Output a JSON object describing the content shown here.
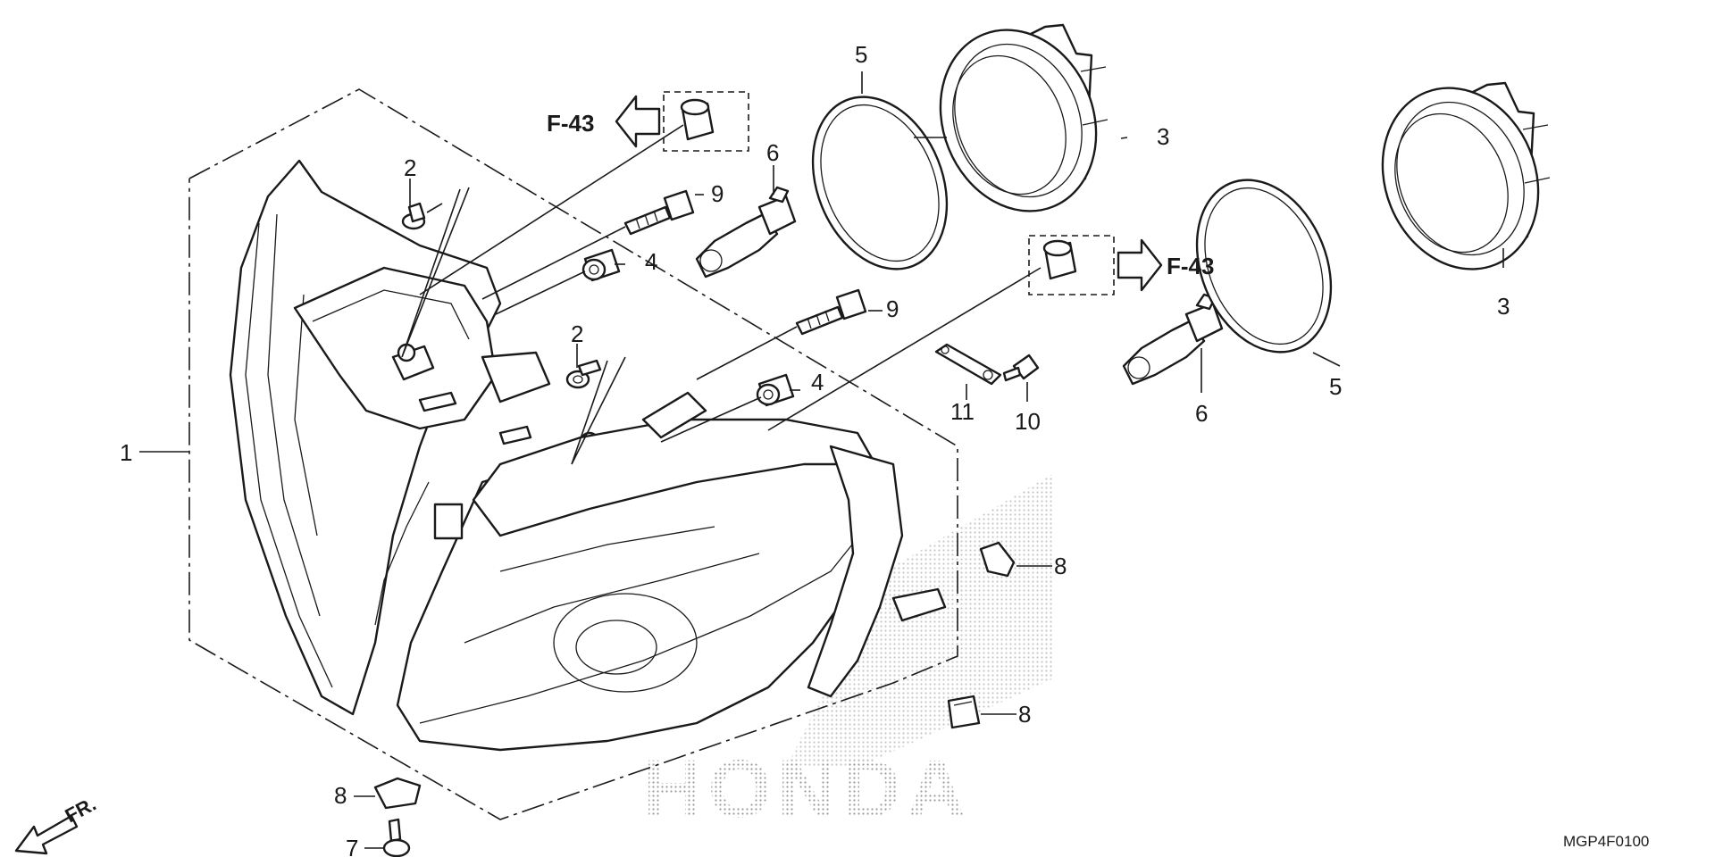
{
  "diagram": {
    "callouts": {
      "c1": "1",
      "c2a": "2",
      "c2b": "2",
      "c3a": "3",
      "c3b": "3",
      "c4a": "4",
      "c4b": "4",
      "c5a": "5",
      "c5b": "5",
      "c6a": "6",
      "c6b": "6",
      "c7": "7",
      "c8a": "8",
      "c8b": "8",
      "c8c": "8",
      "c9a": "9",
      "c9b": "9",
      "c10": "10",
      "c11": "11"
    },
    "references": {
      "left": "F-43",
      "right": "F-43"
    },
    "front_indicator": "FR.",
    "watermark": "HONDA",
    "drawing_code": "MGP4F0100"
  },
  "colors": {
    "ink": "#1a1a1a",
    "paper": "#ffffff",
    "watermark": "#b8b8b8"
  }
}
